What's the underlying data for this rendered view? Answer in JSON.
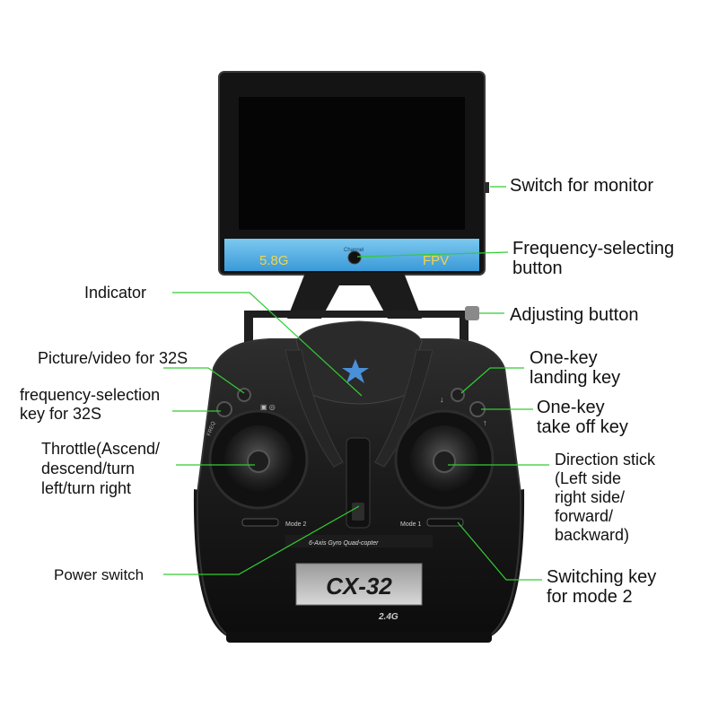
{
  "monitor": {
    "band_label": "5.8G",
    "fpv_label": "FPV",
    "channel_label": "Channel"
  },
  "transmitter": {
    "freq_tag": "FREQ",
    "mode2_tag": "Mode 2",
    "mode1_tag": "Mode 1",
    "subtitle": "6-Axis Gyro Quad-copter",
    "model": "CX-32",
    "band": "2.4G"
  },
  "labels": {
    "switch_for_monitor": "Switch for monitor",
    "frequency_selecting_1": "Frequency-selecting",
    "frequency_selecting_2": "button",
    "indicator": "Indicator",
    "adjusting_button": "Adjusting button",
    "picture_video": "Picture/video for 32S",
    "freq_selection_1": "frequency-selection",
    "freq_selection_2": "key for 32S",
    "one_key_landing_1": "One-key",
    "one_key_landing_2": "landing key",
    "one_key_takeoff_1": "One-key",
    "one_key_takeoff_2": "take off key",
    "throttle_1": "Throttle(Ascend/",
    "throttle_2": "descend/turn",
    "throttle_3": "left/turn right",
    "direction_1": "Direction stick",
    "direction_2": "(Left side",
    "direction_3": "right side/",
    "direction_4": "forward/",
    "direction_5": "backward)",
    "power_switch": "Power switch",
    "switching_key_1": "Switching key",
    "switching_key_2": "for mode 2"
  },
  "colors": {
    "leader_line": "#33cc33",
    "monitor_band": "#5ab4e8",
    "band_text": "#f2d44a",
    "star": "#4a90d9"
  }
}
